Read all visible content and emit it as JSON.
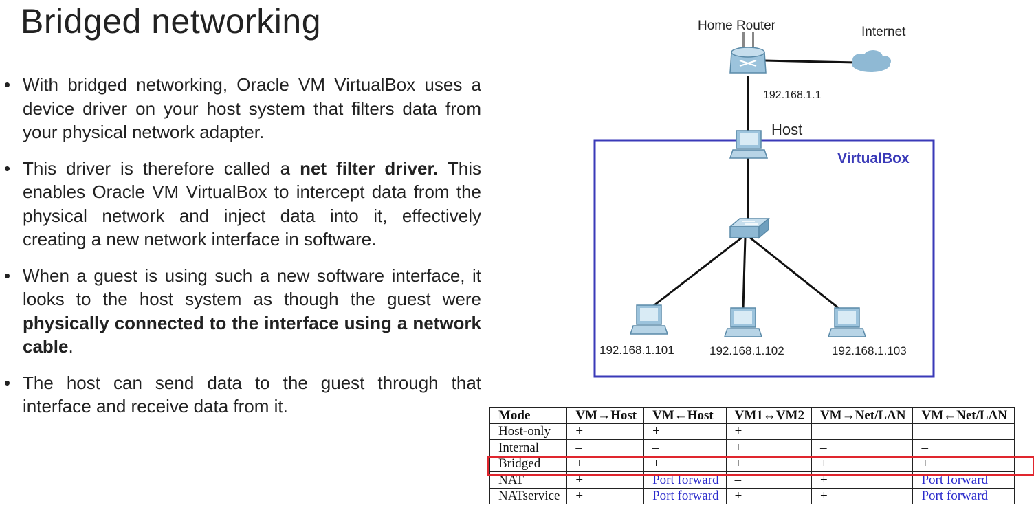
{
  "slide": {
    "title": "Bridged networking",
    "bullets": [
      {
        "parts": [
          {
            "t": "With bridged networking, Oracle VM VirtualBox uses a device driver on your host system that filters data from your physical network adapter."
          }
        ]
      },
      {
        "parts": [
          {
            "t": "This driver is therefore called a "
          },
          {
            "t": "net filter driver.",
            "b": true
          },
          {
            "t": " This enables Oracle VM VirtualBox to intercept data from the physical network and inject data into it, effectively creating a new network interface in software."
          }
        ]
      },
      {
        "parts": [
          {
            "t": "When a guest is using such a new software interface, it looks to the host system as though the guest were "
          },
          {
            "t": "physically connected to the interface using a network cable",
            "b": true
          },
          {
            "t": "."
          }
        ]
      },
      {
        "parts": [
          {
            "t": "The host can send data to the guest through that interface and receive data from it."
          }
        ]
      }
    ]
  },
  "diagram": {
    "router_label": "Home Router",
    "internet_label": "Internet",
    "router_ip": "192.168.1.1",
    "host_label": "Host",
    "virtualbox_label": "VirtualBox",
    "vm_ips": [
      "192.168.1.101",
      "192.168.1.102",
      "192.168.1.103"
    ],
    "colors": {
      "box": "#3a3ab8",
      "device": "#6fa8c8",
      "link": "#111111"
    }
  },
  "table": {
    "headers": [
      "Mode",
      "VM→Host",
      "VM←Host",
      "VM1↔VM2",
      "VM→Net/LAN",
      "VM←Net/LAN"
    ],
    "rows": [
      [
        "Host-only",
        "+",
        "+",
        "+",
        "–",
        "–"
      ],
      [
        "Internal",
        "–",
        "–",
        "+",
        "–",
        "–"
      ],
      [
        "Bridged",
        "+",
        "+",
        "+",
        "+",
        "+"
      ],
      [
        "NAT",
        "+",
        "Port forward",
        "–",
        "+",
        "Port forward"
      ],
      [
        "NATservice",
        "+",
        "Port forward",
        "+",
        "+",
        "Port forward"
      ]
    ],
    "highlighted_row": "Bridged",
    "highlight_color": "#e0262e",
    "link_color": "#2a2acc"
  }
}
